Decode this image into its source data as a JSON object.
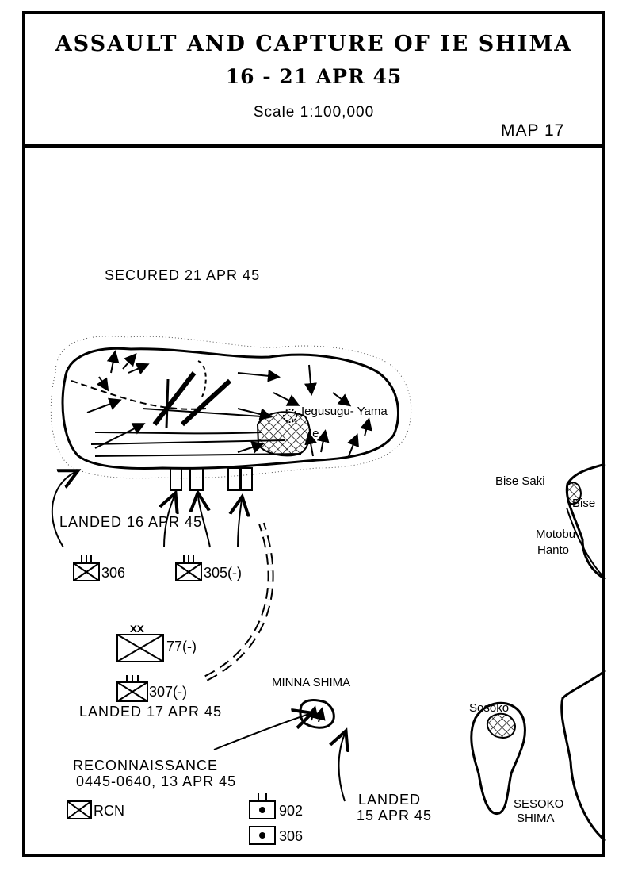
{
  "header": {
    "title": "ASSAULT AND CAPTURE OF IE SHIMA",
    "dates": "16 - 21 APR 45",
    "scale": "Scale 1:100,000",
    "map_number": "MAP 17"
  },
  "map": {
    "secured": "SECURED 21 APR 45",
    "place_names": {
      "iegusugu_yama": "Iegusugu- Yama",
      "ie": "Ie",
      "bise_saki": "Bise Saki",
      "bise": "Bise",
      "motobu": "Motobu",
      "hanto": "Hanto",
      "sesoko": "Sesoko",
      "sesoko_shima_1": "SESOKO",
      "sesoko_shima_2": "SHIMA",
      "minna_shima": "MINNA SHIMA"
    },
    "landings": {
      "apr16": "LANDED 16 APR 45",
      "apr17": "LANDED 17 APR 45",
      "apr15_1": "LANDED",
      "apr15_2": "15 APR 45",
      "recon_1": "RECONNAISSANCE",
      "recon_2": "0445-0640, 13 APR 45"
    },
    "units": {
      "u306": "306",
      "u305": "305(-)",
      "div77": "77(-)",
      "u307": "307(-)",
      "rcn": "RCN",
      "bn902": "902",
      "bn306": "306"
    }
  }
}
